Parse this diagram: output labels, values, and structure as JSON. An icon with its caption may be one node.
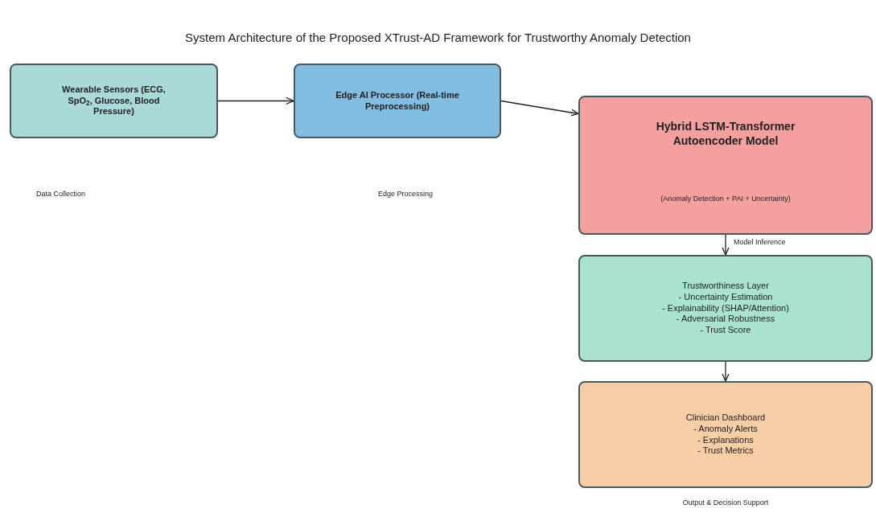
{
  "diagram": {
    "title": "System Architecture of the Proposed XTrust-AD Framework for Trustworthy Anomaly Detection",
    "nodes": [
      {
        "text": [
          "Wearable Sensors (ECG, SpO$_{2}$, Glucose, Blood Pressure)"
        ]
      },
      {
        "text": [
          "Edge AI Processor (Real-time Preprocessing)"
        ]
      },
      {
        "text": [
          "Hybrid LSTM-Transformer Autoencoder Model",
          "(Anomaly Detection + PAI + Uncertainty)"
        ],
        "beside": [
          "Model Inference"
        ]
      },
      {
        "text": [
          "Trustworthiness Layer",
          "- Uncertainty Estimation",
          "- Explainability (SHAP/Attention)",
          "- Adversarial Robustness",
          "- Trust Score"
        ]
      },
      {
        "text": [
          "Clinician Dashboard",
          "- Anomaly Alerts",
          "- Explanations",
          "- Trust Metrics"
        ],
        "beside": [
          "Output & Decision Support"
        ]
      }
    ],
    "edges": [
      {
        "from": 0,
        "to": 1,
        "arrow": "to"
      },
      {
        "from": 1,
        "to": 2,
        "arrow": "to"
      },
      {
        "from": 2,
        "to": 3,
        "arrow": "to"
      },
      {
        "from": 3,
        "to": 4,
        "arrow": "to"
      }
    ],
    "labels": [
      "Data Collection",
      "Edge Processing"
    ]
  }
}
